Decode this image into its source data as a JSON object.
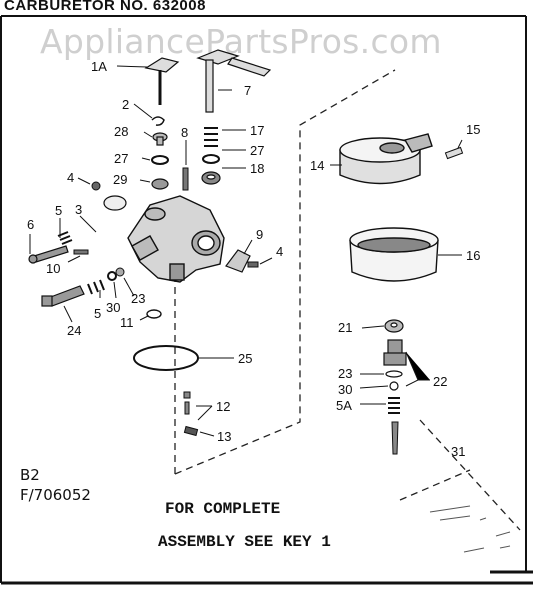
{
  "title": "CARBURETOR NO. 632008",
  "watermark": "AppliancePartsPros.com",
  "callouts": {
    "k1A": "1A",
    "k2": "2",
    "k7": "7",
    "k8": "8",
    "k28": "28",
    "k17": "17",
    "k27a": "27",
    "k27b": "27",
    "k4a": "4",
    "k29": "29",
    "k18": "18",
    "k6": "6",
    "k5a": "5",
    "k3": "3",
    "k10": "10",
    "k9": "9",
    "k4b": "4",
    "k5b": "5",
    "k30a": "30",
    "k23a": "23",
    "k11": "11",
    "k24": "24",
    "k25": "25",
    "k12": "12",
    "k13": "13",
    "k14": "14",
    "k15": "15",
    "k16": "16",
    "k21": "21",
    "k22": "22",
    "k23b": "23",
    "k30b": "30",
    "k5A": "5A",
    "k31": "31"
  },
  "footer": {
    "code1": "B2",
    "code2": "F/706052",
    "line1": "FOR COMPLETE",
    "line2": "ASSEMBLY SEE KEY 1"
  }
}
